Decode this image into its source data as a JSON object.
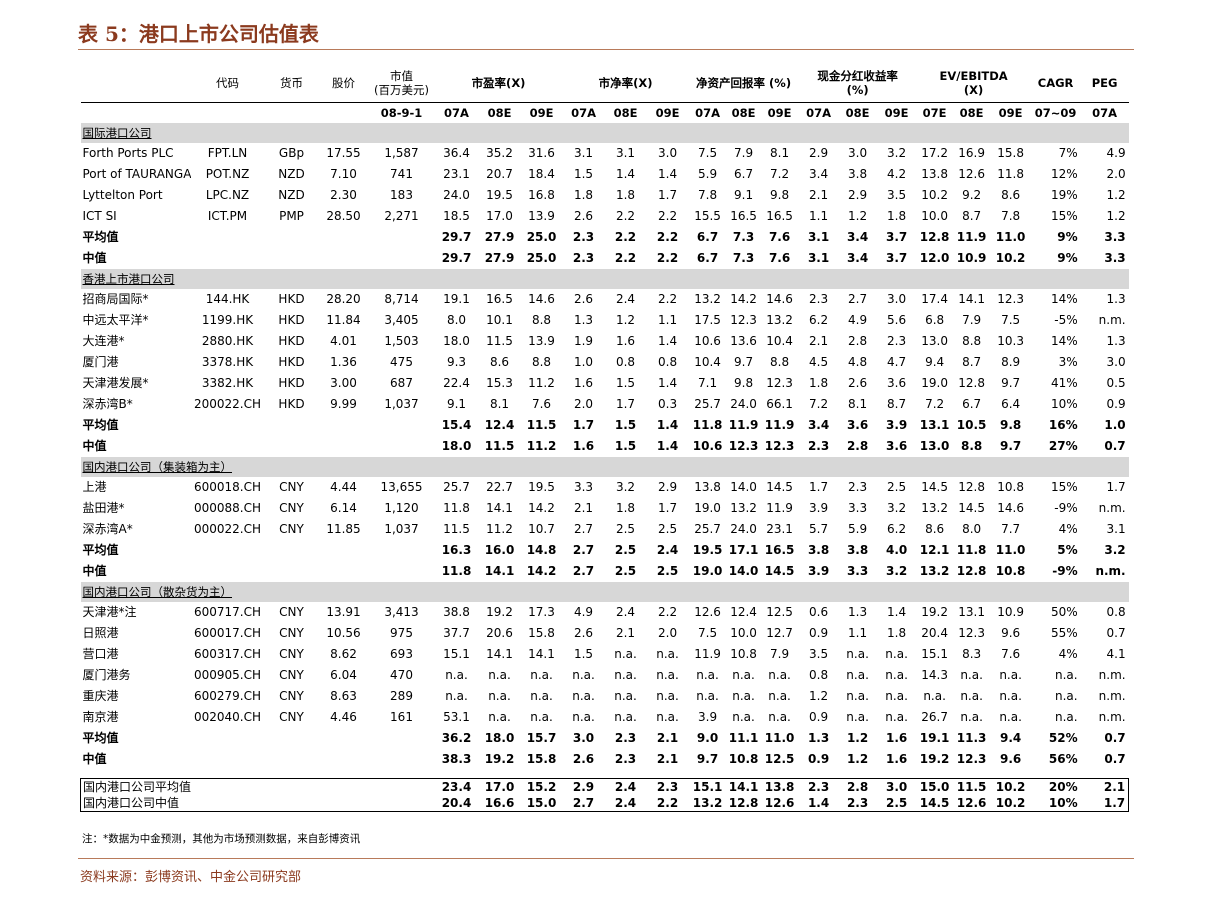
{
  "title": "表 5：港口上市公司估值表",
  "header": {
    "code": "代码",
    "currency": "货币",
    "price": "股价",
    "mcap": "市值\n(百万美元)",
    "date": "08-9-1",
    "pe": "市盈率(X)",
    "pb": "市净率(X)",
    "roe": "净资产回报率 (%)",
    "dy": "现金分红收益率\n(%)",
    "ev": "EV/EBITDA\n(X)",
    "cagr": "CAGR",
    "peg": "PEG",
    "years": [
      "07A",
      "08E",
      "09E",
      "07A",
      "08E",
      "09E",
      "07A",
      "08E",
      "09E",
      "07A",
      "08E",
      "09E",
      "07E",
      "08E",
      "09E",
      "07~09",
      "07A"
    ]
  },
  "sections": [
    {
      "name": "国际港口公司",
      "rows": [
        {
          "name": "Forth Ports PLC",
          "code": "FPT.LN",
          "cur": "GBp",
          "price": "17.55",
          "mcap": "1,587",
          "vals": [
            "36.4",
            "35.2",
            "31.6",
            "3.1",
            "3.1",
            "3.0",
            "7.5",
            "7.9",
            "8.1",
            "2.9",
            "3.0",
            "3.2",
            "17.2",
            "16.9",
            "15.8",
            "7%",
            "4.9"
          ]
        },
        {
          "name": "Port of TAURANGA",
          "code": "POT.NZ",
          "cur": "NZD",
          "price": "7.10",
          "mcap": "741",
          "vals": [
            "23.1",
            "20.7",
            "18.4",
            "1.5",
            "1.4",
            "1.4",
            "5.9",
            "6.7",
            "7.2",
            "3.4",
            "3.8",
            "4.2",
            "13.8",
            "12.6",
            "11.8",
            "12%",
            "2.0"
          ]
        },
        {
          "name": "Lyttelton Port",
          "code": "LPC.NZ",
          "cur": "NZD",
          "price": "2.30",
          "mcap": "183",
          "vals": [
            "24.0",
            "19.5",
            "16.8",
            "1.8",
            "1.8",
            "1.7",
            "7.8",
            "9.1",
            "9.8",
            "2.1",
            "2.9",
            "3.5",
            "10.2",
            "9.2",
            "8.6",
            "19%",
            "1.2"
          ]
        },
        {
          "name": "ICT SI",
          "code": "ICT.PM",
          "cur": "PMP",
          "price": "28.50",
          "mcap": "2,271",
          "vals": [
            "18.5",
            "17.0",
            "13.9",
            "2.6",
            "2.2",
            "2.2",
            "15.5",
            "16.5",
            "16.5",
            "1.1",
            "1.2",
            "1.8",
            "10.0",
            "8.7",
            "7.8",
            "15%",
            "1.2"
          ]
        }
      ],
      "summary": [
        {
          "label": "平均值",
          "vals": [
            "29.7",
            "27.9",
            "25.0",
            "2.3",
            "2.2",
            "2.2",
            "6.7",
            "7.3",
            "7.6",
            "3.1",
            "3.4",
            "3.7",
            "12.8",
            "11.9",
            "11.0",
            "9%",
            "3.3"
          ]
        },
        {
          "label": "中值",
          "vals": [
            "29.7",
            "27.9",
            "25.0",
            "2.3",
            "2.2",
            "2.2",
            "6.7",
            "7.3",
            "7.6",
            "3.1",
            "3.4",
            "3.7",
            "12.0",
            "10.9",
            "10.2",
            "9%",
            "3.3"
          ]
        }
      ]
    },
    {
      "name": "香港上市港口公司",
      "rows": [
        {
          "name": "招商局国际*",
          "code": "144.HK",
          "cur": "HKD",
          "price": "28.20",
          "mcap": "8,714",
          "vals": [
            "19.1",
            "16.5",
            "14.6",
            "2.6",
            "2.4",
            "2.2",
            "13.2",
            "14.2",
            "14.6",
            "2.3",
            "2.7",
            "3.0",
            "17.4",
            "14.1",
            "12.3",
            "14%",
            "1.3"
          ]
        },
        {
          "name": "中远太平洋*",
          "code": "1199.HK",
          "cur": "HKD",
          "price": "11.84",
          "mcap": "3,405",
          "vals": [
            "8.0",
            "10.1",
            "8.8",
            "1.3",
            "1.2",
            "1.1",
            "17.5",
            "12.3",
            "13.2",
            "6.2",
            "4.9",
            "5.6",
            "6.8",
            "7.9",
            "7.5",
            "-5%",
            "n.m."
          ]
        },
        {
          "name": "大连港*",
          "code": "2880.HK",
          "cur": "HKD",
          "price": "4.01",
          "mcap": "1,503",
          "vals": [
            "18.0",
            "11.5",
            "13.9",
            "1.9",
            "1.6",
            "1.4",
            "10.6",
            "13.6",
            "10.4",
            "2.1",
            "2.8",
            "2.3",
            "13.0",
            "8.8",
            "10.3",
            "14%",
            "1.3"
          ]
        },
        {
          "name": "厦门港",
          "code": "3378.HK",
          "cur": "HKD",
          "price": "1.36",
          "mcap": "475",
          "vals": [
            "9.3",
            "8.6",
            "8.8",
            "1.0",
            "0.8",
            "0.8",
            "10.4",
            "9.7",
            "8.8",
            "4.5",
            "4.8",
            "4.7",
            "9.4",
            "8.7",
            "8.9",
            "3%",
            "3.0"
          ]
        },
        {
          "name": "天津港发展*",
          "code": "3382.HK",
          "cur": "HKD",
          "price": "3.00",
          "mcap": "687",
          "vals": [
            "22.4",
            "15.3",
            "11.2",
            "1.6",
            "1.5",
            "1.4",
            "7.1",
            "9.8",
            "12.3",
            "1.8",
            "2.6",
            "3.6",
            "19.0",
            "12.8",
            "9.7",
            "41%",
            "0.5"
          ]
        },
        {
          "name": "深赤湾B*",
          "code": "200022.CH",
          "cur": "HKD",
          "price": "9.99",
          "mcap": "1,037",
          "vals": [
            "9.1",
            "8.1",
            "7.6",
            "2.0",
            "1.7",
            "0.3",
            "25.7",
            "24.0",
            "66.1",
            "7.2",
            "8.1",
            "8.7",
            "7.2",
            "6.7",
            "6.4",
            "10%",
            "0.9"
          ]
        }
      ],
      "summary": [
        {
          "label": "平均值",
          "vals": [
            "15.4",
            "12.4",
            "11.5",
            "1.7",
            "1.5",
            "1.4",
            "11.8",
            "11.9",
            "11.9",
            "3.4",
            "3.6",
            "3.9",
            "13.1",
            "10.5",
            "9.8",
            "16%",
            "1.0"
          ]
        },
        {
          "label": "中值",
          "vals": [
            "18.0",
            "11.5",
            "11.2",
            "1.6",
            "1.5",
            "1.4",
            "10.6",
            "12.3",
            "12.3",
            "2.3",
            "2.8",
            "3.6",
            "13.0",
            "8.8",
            "9.7",
            "27%",
            "0.7"
          ]
        }
      ]
    },
    {
      "name": "国内港口公司（集装箱为主）",
      "rows": [
        {
          "name": "上港",
          "code": "600018.CH",
          "cur": "CNY",
          "price": "4.44",
          "mcap": "13,655",
          "vals": [
            "25.7",
            "22.7",
            "19.5",
            "3.3",
            "3.2",
            "2.9",
            "13.8",
            "14.0",
            "14.5",
            "1.7",
            "2.3",
            "2.5",
            "14.5",
            "12.8",
            "10.8",
            "15%",
            "1.7"
          ]
        },
        {
          "name": "盐田港*",
          "code": "000088.CH",
          "cur": "CNY",
          "price": "6.14",
          "mcap": "1,120",
          "vals": [
            "11.8",
            "14.1",
            "14.2",
            "2.1",
            "1.8",
            "1.7",
            "19.0",
            "13.2",
            "11.9",
            "3.9",
            "3.3",
            "3.2",
            "13.2",
            "14.5",
            "14.6",
            "-9%",
            "n.m."
          ]
        },
        {
          "name": "深赤湾A*",
          "code": "000022.CH",
          "cur": "CNY",
          "price": "11.85",
          "mcap": "1,037",
          "vals": [
            "11.5",
            "11.2",
            "10.7",
            "2.7",
            "2.5",
            "2.5",
            "25.7",
            "24.0",
            "23.1",
            "5.7",
            "5.9",
            "6.2",
            "8.6",
            "8.0",
            "7.7",
            "4%",
            "3.1"
          ]
        }
      ],
      "summary": [
        {
          "label": "平均值",
          "vals": [
            "16.3",
            "16.0",
            "14.8",
            "2.7",
            "2.5",
            "2.4",
            "19.5",
            "17.1",
            "16.5",
            "3.8",
            "3.8",
            "4.0",
            "12.1",
            "11.8",
            "11.0",
            "5%",
            "3.2"
          ]
        },
        {
          "label": "中值",
          "vals": [
            "11.8",
            "14.1",
            "14.2",
            "2.7",
            "2.5",
            "2.5",
            "19.0",
            "14.0",
            "14.5",
            "3.9",
            "3.3",
            "3.2",
            "13.2",
            "12.8",
            "10.8",
            "-9%",
            "n.m."
          ]
        }
      ]
    },
    {
      "name": "国内港口公司（散杂货为主）",
      "rows": [
        {
          "name": "天津港*注",
          "code": "600717.CH",
          "cur": "CNY",
          "price": "13.91",
          "mcap": "3,413",
          "vals": [
            "38.8",
            "19.2",
            "17.3",
            "4.9",
            "2.4",
            "2.2",
            "12.6",
            "12.4",
            "12.5",
            "0.6",
            "1.3",
            "1.4",
            "19.2",
            "13.1",
            "10.9",
            "50%",
            "0.8"
          ]
        },
        {
          "name": "日照港",
          "code": "600017.CH",
          "cur": "CNY",
          "price": "10.56",
          "mcap": "975",
          "vals": [
            "37.7",
            "20.6",
            "15.8",
            "2.6",
            "2.1",
            "2.0",
            "7.5",
            "10.0",
            "12.7",
            "0.9",
            "1.1",
            "1.8",
            "20.4",
            "12.3",
            "9.6",
            "55%",
            "0.7"
          ]
        },
        {
          "name": "营口港",
          "code": "600317.CH",
          "cur": "CNY",
          "price": "8.62",
          "mcap": "693",
          "vals": [
            "15.1",
            "14.1",
            "14.1",
            "1.5",
            "n.a.",
            "n.a.",
            "11.9",
            "10.8",
            "7.9",
            "3.5",
            "n.a.",
            "n.a.",
            "15.1",
            "8.3",
            "7.6",
            "4%",
            "4.1"
          ]
        },
        {
          "name": "厦门港务",
          "code": "000905.CH",
          "cur": "CNY",
          "price": "6.04",
          "mcap": "470",
          "vals": [
            "n.a.",
            "n.a.",
            "n.a.",
            "n.a.",
            "n.a.",
            "n.a.",
            "n.a.",
            "n.a.",
            "n.a.",
            "0.8",
            "n.a.",
            "n.a.",
            "14.3",
            "n.a.",
            "n.a.",
            "n.a.",
            "n.m."
          ]
        },
        {
          "name": "重庆港",
          "code": "600279.CH",
          "cur": "CNY",
          "price": "8.63",
          "mcap": "289",
          "vals": [
            "n.a.",
            "n.a.",
            "n.a.",
            "n.a.",
            "n.a.",
            "n.a.",
            "n.a.",
            "n.a.",
            "n.a.",
            "1.2",
            "n.a.",
            "n.a.",
            "n.a.",
            "n.a.",
            "n.a.",
            "n.a.",
            "n.m."
          ]
        },
        {
          "name": "南京港",
          "code": "002040.CH",
          "cur": "CNY",
          "price": "4.46",
          "mcap": "161",
          "vals": [
            "53.1",
            "n.a.",
            "n.a.",
            "n.a.",
            "n.a.",
            "n.a.",
            "3.9",
            "n.a.",
            "n.a.",
            "0.9",
            "n.a.",
            "n.a.",
            "26.7",
            "n.a.",
            "n.a.",
            "n.a.",
            "n.m."
          ]
        }
      ],
      "summary": [
        {
          "label": "平均值",
          "vals": [
            "36.2",
            "18.0",
            "15.7",
            "3.0",
            "2.3",
            "2.1",
            "9.0",
            "11.1",
            "11.0",
            "1.3",
            "1.2",
            "1.6",
            "19.1",
            "11.3",
            "9.4",
            "52%",
            "0.7"
          ]
        },
        {
          "label": "中值",
          "vals": [
            "38.3",
            "19.2",
            "15.8",
            "2.6",
            "2.3",
            "2.1",
            "9.7",
            "10.8",
            "12.5",
            "0.9",
            "1.2",
            "1.6",
            "19.2",
            "12.3",
            "9.6",
            "56%",
            "0.7"
          ]
        }
      ]
    }
  ],
  "totals": [
    {
      "label": "国内港口公司平均值",
      "vals": [
        "23.4",
        "17.0",
        "15.2",
        "2.9",
        "2.4",
        "2.3",
        "15.1",
        "14.1",
        "13.8",
        "2.3",
        "2.8",
        "3.0",
        "15.0",
        "11.5",
        "10.2",
        "20%",
        "2.1"
      ]
    },
    {
      "label": "国内港口公司中值",
      "vals": [
        "20.4",
        "16.6",
        "15.0",
        "2.7",
        "2.4",
        "2.2",
        "13.2",
        "12.8",
        "12.6",
        "1.4",
        "2.3",
        "2.5",
        "14.5",
        "12.6",
        "10.2",
        "10%",
        "1.7"
      ]
    }
  ],
  "note": "注：*数据为中金预测，其他为市场预测数据，来自彭博资讯",
  "source": "资料来源：彭博资讯、中金公司研究部"
}
